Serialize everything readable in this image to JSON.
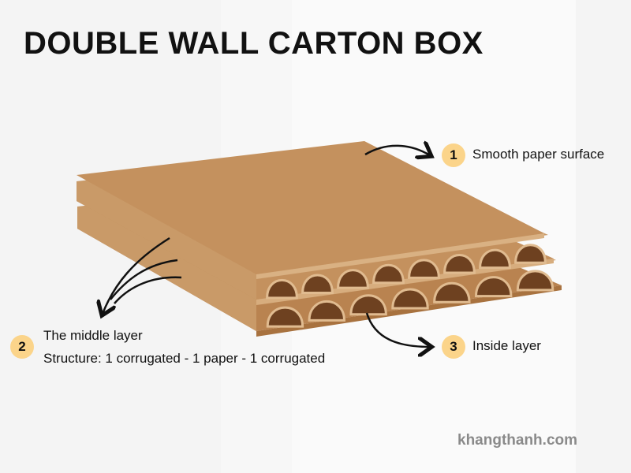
{
  "title": "DOUBLE WALL CARTON BOX",
  "callouts": [
    {
      "number": "1",
      "label": "Smooth paper surface"
    },
    {
      "number": "2",
      "label": "The middle layer",
      "sublabel": "Structure: 1 corrugated - 1 paper - 1 corrugated"
    },
    {
      "number": "3",
      "label": "Inside layer"
    }
  ],
  "watermark": "khangthanh.com",
  "colors": {
    "board": "#c4915e",
    "badge": "#fbd48a"
  }
}
